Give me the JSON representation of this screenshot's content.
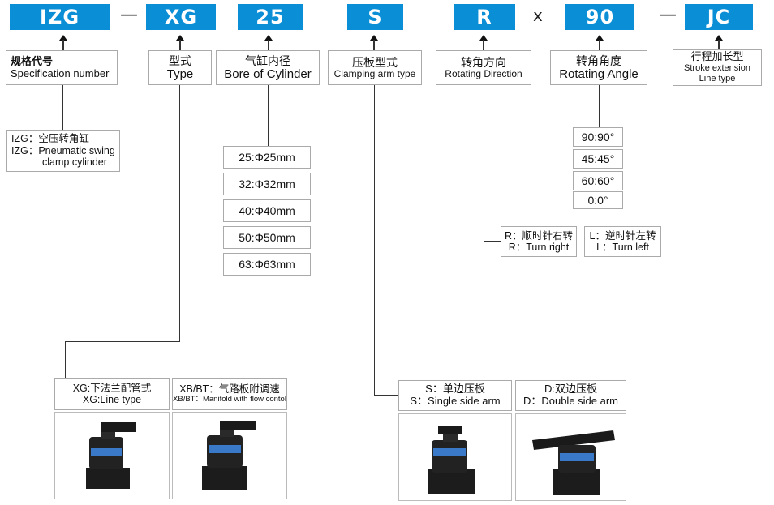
{
  "codes": {
    "izg": "IZG",
    "xg": "XG",
    "bore": "25",
    "arm": "S",
    "direction": "R",
    "angle": "90",
    "stroke": "JC"
  },
  "separators": {
    "dash1": "—",
    "times": "x",
    "dash2": "—"
  },
  "labels": {
    "spec": {
      "cn": "规格代号",
      "en": "Specification number"
    },
    "type": {
      "cn": "型式",
      "en": "Type"
    },
    "bore": {
      "cn": "气缸内径",
      "en": "Bore of Cylinder"
    },
    "arm": {
      "cn": "压板型式",
      "en": "Clamping arm type"
    },
    "direction": {
      "cn": "转角方向",
      "en": "Rotating Direction"
    },
    "angle": {
      "cn": "转角角度",
      "en": "Rotating Angle"
    },
    "stroke": {
      "cn": "行程加长型",
      "en1": "Stroke extension",
      "en2": "Line type"
    }
  },
  "izg_desc": {
    "line1": "IZG：空压转角缸",
    "line2": "IZG：Pneumatic swing",
    "line3": "clamp cylinder"
  },
  "bore_options": [
    "25:Φ25mm",
    "32:Φ32mm",
    "40:Φ40mm",
    "50:Φ50mm",
    "63:Φ63mm"
  ],
  "angle_options": [
    "90:90°",
    "45:45°",
    "60:60°",
    "0:0°"
  ],
  "direction_options": {
    "right": {
      "cn": "R：顺时针右转",
      "en": "R：Turn right"
    },
    "left": {
      "cn": "L：逆时针左转",
      "en": "L：Turn left"
    }
  },
  "type_options": {
    "xg": {
      "cn": "XG:下法兰配管式",
      "en": "XG:Line type"
    },
    "xb": {
      "cn": "XB/BT：气路板附调速",
      "en": "XB/BT：Manifold with flow contol"
    }
  },
  "arm_options": {
    "single": {
      "cn": "S：单边压板",
      "en": "S：Single side arm"
    },
    "double": {
      "cn": "D:双边压板",
      "en": "D：Double side arm"
    }
  },
  "colors": {
    "code_bg": "#0a8ed6",
    "line": "#333333",
    "box_border": "#aaaaaa",
    "product_body": "#1c1c1c",
    "product_label": "#3a78c8"
  }
}
